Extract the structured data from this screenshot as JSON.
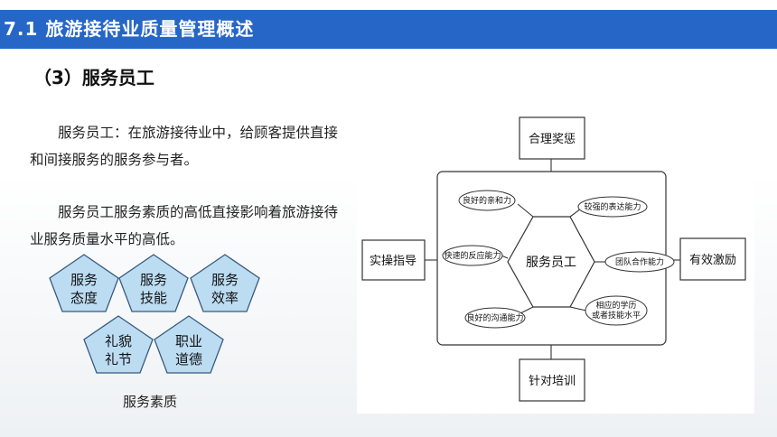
{
  "header": {
    "title": "7.1 旅游接待业质量管理概述"
  },
  "section": {
    "title": "（3）服务员工"
  },
  "paragraphs": [
    "服务员工：在旅游接待业中，给顾客提供直接和间接服务的服务参与者。",
    "服务员工服务素质的高低直接影响着旅游接待业服务质量水平的高低。"
  ],
  "qualities": {
    "items": [
      {
        "line1": "服务",
        "line2": "态度"
      },
      {
        "line1": "服务",
        "line2": "技能"
      },
      {
        "line1": "服务",
        "line2": "效率"
      },
      {
        "line1": "礼貌",
        "line2": "礼节"
      },
      {
        "line1": "职业",
        "line2": "道德"
      }
    ],
    "caption": "服务素质"
  },
  "diagram": {
    "center": "服务员工",
    "outer": {
      "top": "合理奖惩",
      "left": "实操指导",
      "right": "有效激励",
      "bottom": "针对培训"
    },
    "abilities": [
      "良好的亲和力",
      "较强的表达能力",
      "快速的反应能力",
      "团队合作能力",
      "良好的沟通能力",
      "相应的学历",
      "或者技能水平"
    ]
  },
  "colors": {
    "header": "#2566c6",
    "pentagon_fill": "#bcdcf2",
    "pentagon_stroke": "#375a7f"
  }
}
